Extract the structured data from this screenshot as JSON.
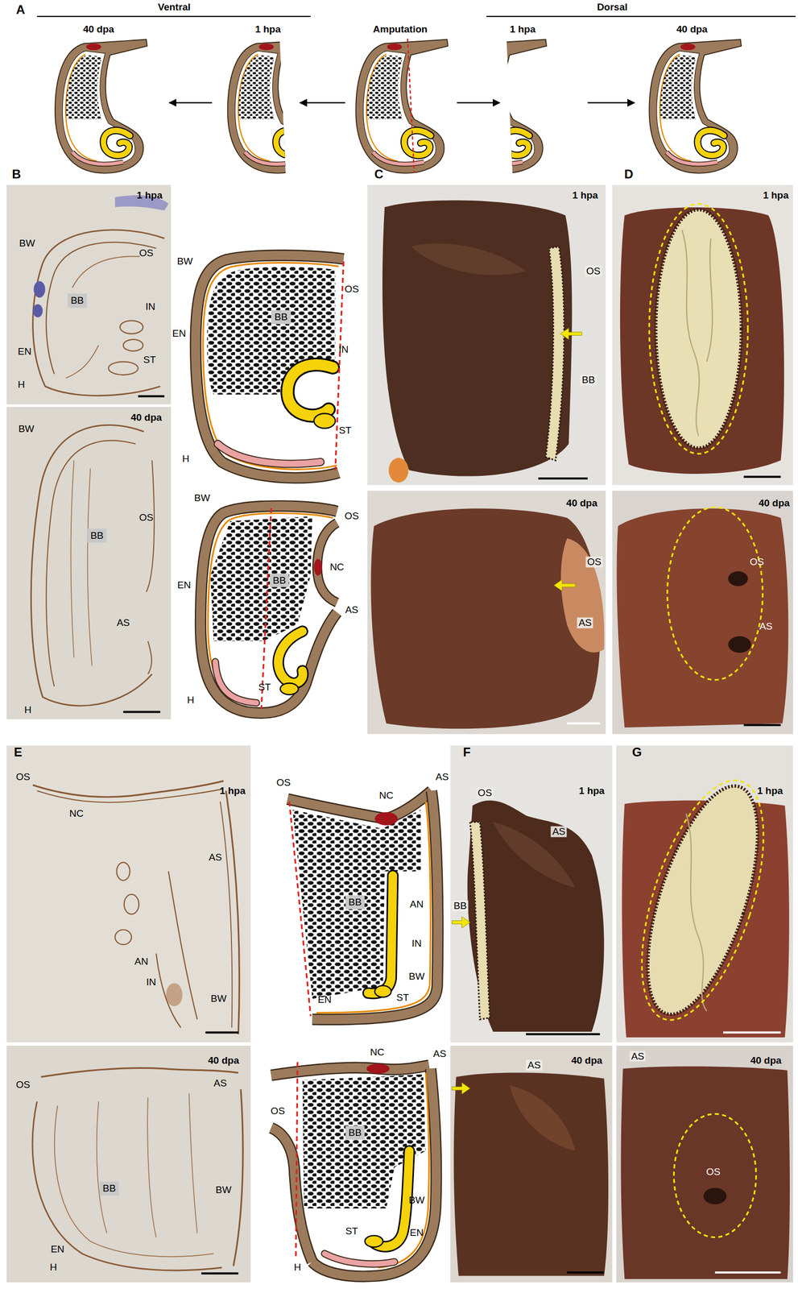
{
  "diagram": {
    "labels": [
      "A",
      "Ventral",
      "Dorsal",
      "40 dpa",
      "1 hpa",
      "Amputation",
      "1 hpa",
      "40 dpa",
      "B",
      "1 hpa",
      "BW",
      "OS",
      "BB",
      "IN",
      "EN",
      "ST",
      "H",
      "BW",
      "OS",
      "BB",
      "EN",
      "IN",
      "ST",
      "H",
      "40 dpa",
      "BW",
      "OS",
      "BB",
      "AS",
      "H",
      "BW",
      "OS",
      "NC",
      "BB",
      "EN",
      "AS",
      "H",
      "ST",
      "C",
      "1 hpa",
      "OS",
      "BB",
      "40 dpa",
      "OS",
      "AS",
      "D",
      "1 hpa",
      "40 dpa",
      "OS",
      "AS",
      "E",
      "1 hpa",
      "OS",
      "NC",
      "AS",
      "AN",
      "IN",
      "BW",
      "OS",
      "NC",
      "AS",
      "BB",
      "AN",
      "IN",
      "BW",
      "EN",
      "ST",
      "40 dpa",
      "OS",
      "AS",
      "BB",
      "BW",
      "EN",
      "H",
      "NC",
      "AS",
      "OS",
      "BB",
      "BW",
      "EN",
      "H",
      "ST",
      "F",
      "1 hpa",
      "OS",
      "AS",
      "BB",
      "40 dpa",
      "AS",
      "G",
      "1 hpa",
      "40 dpa",
      "AS",
      "OS"
    ]
  }
}
